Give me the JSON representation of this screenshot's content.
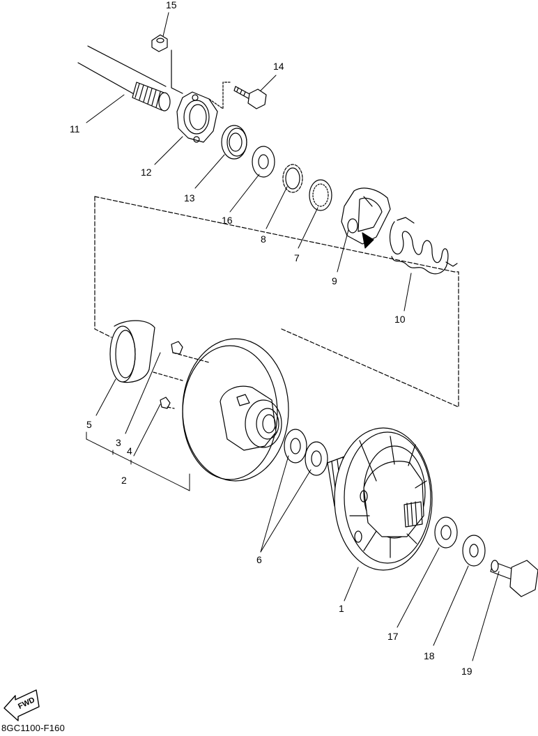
{
  "diagram": {
    "code": "8GC1100-F160",
    "fwd_label": "FWD",
    "callouts": [
      "15",
      "14",
      "11",
      "12",
      "13",
      "16",
      "8",
      "7",
      "9",
      "10",
      "5",
      "3",
      "4",
      "2",
      "6",
      "1",
      "17",
      "18",
      "19"
    ]
  }
}
